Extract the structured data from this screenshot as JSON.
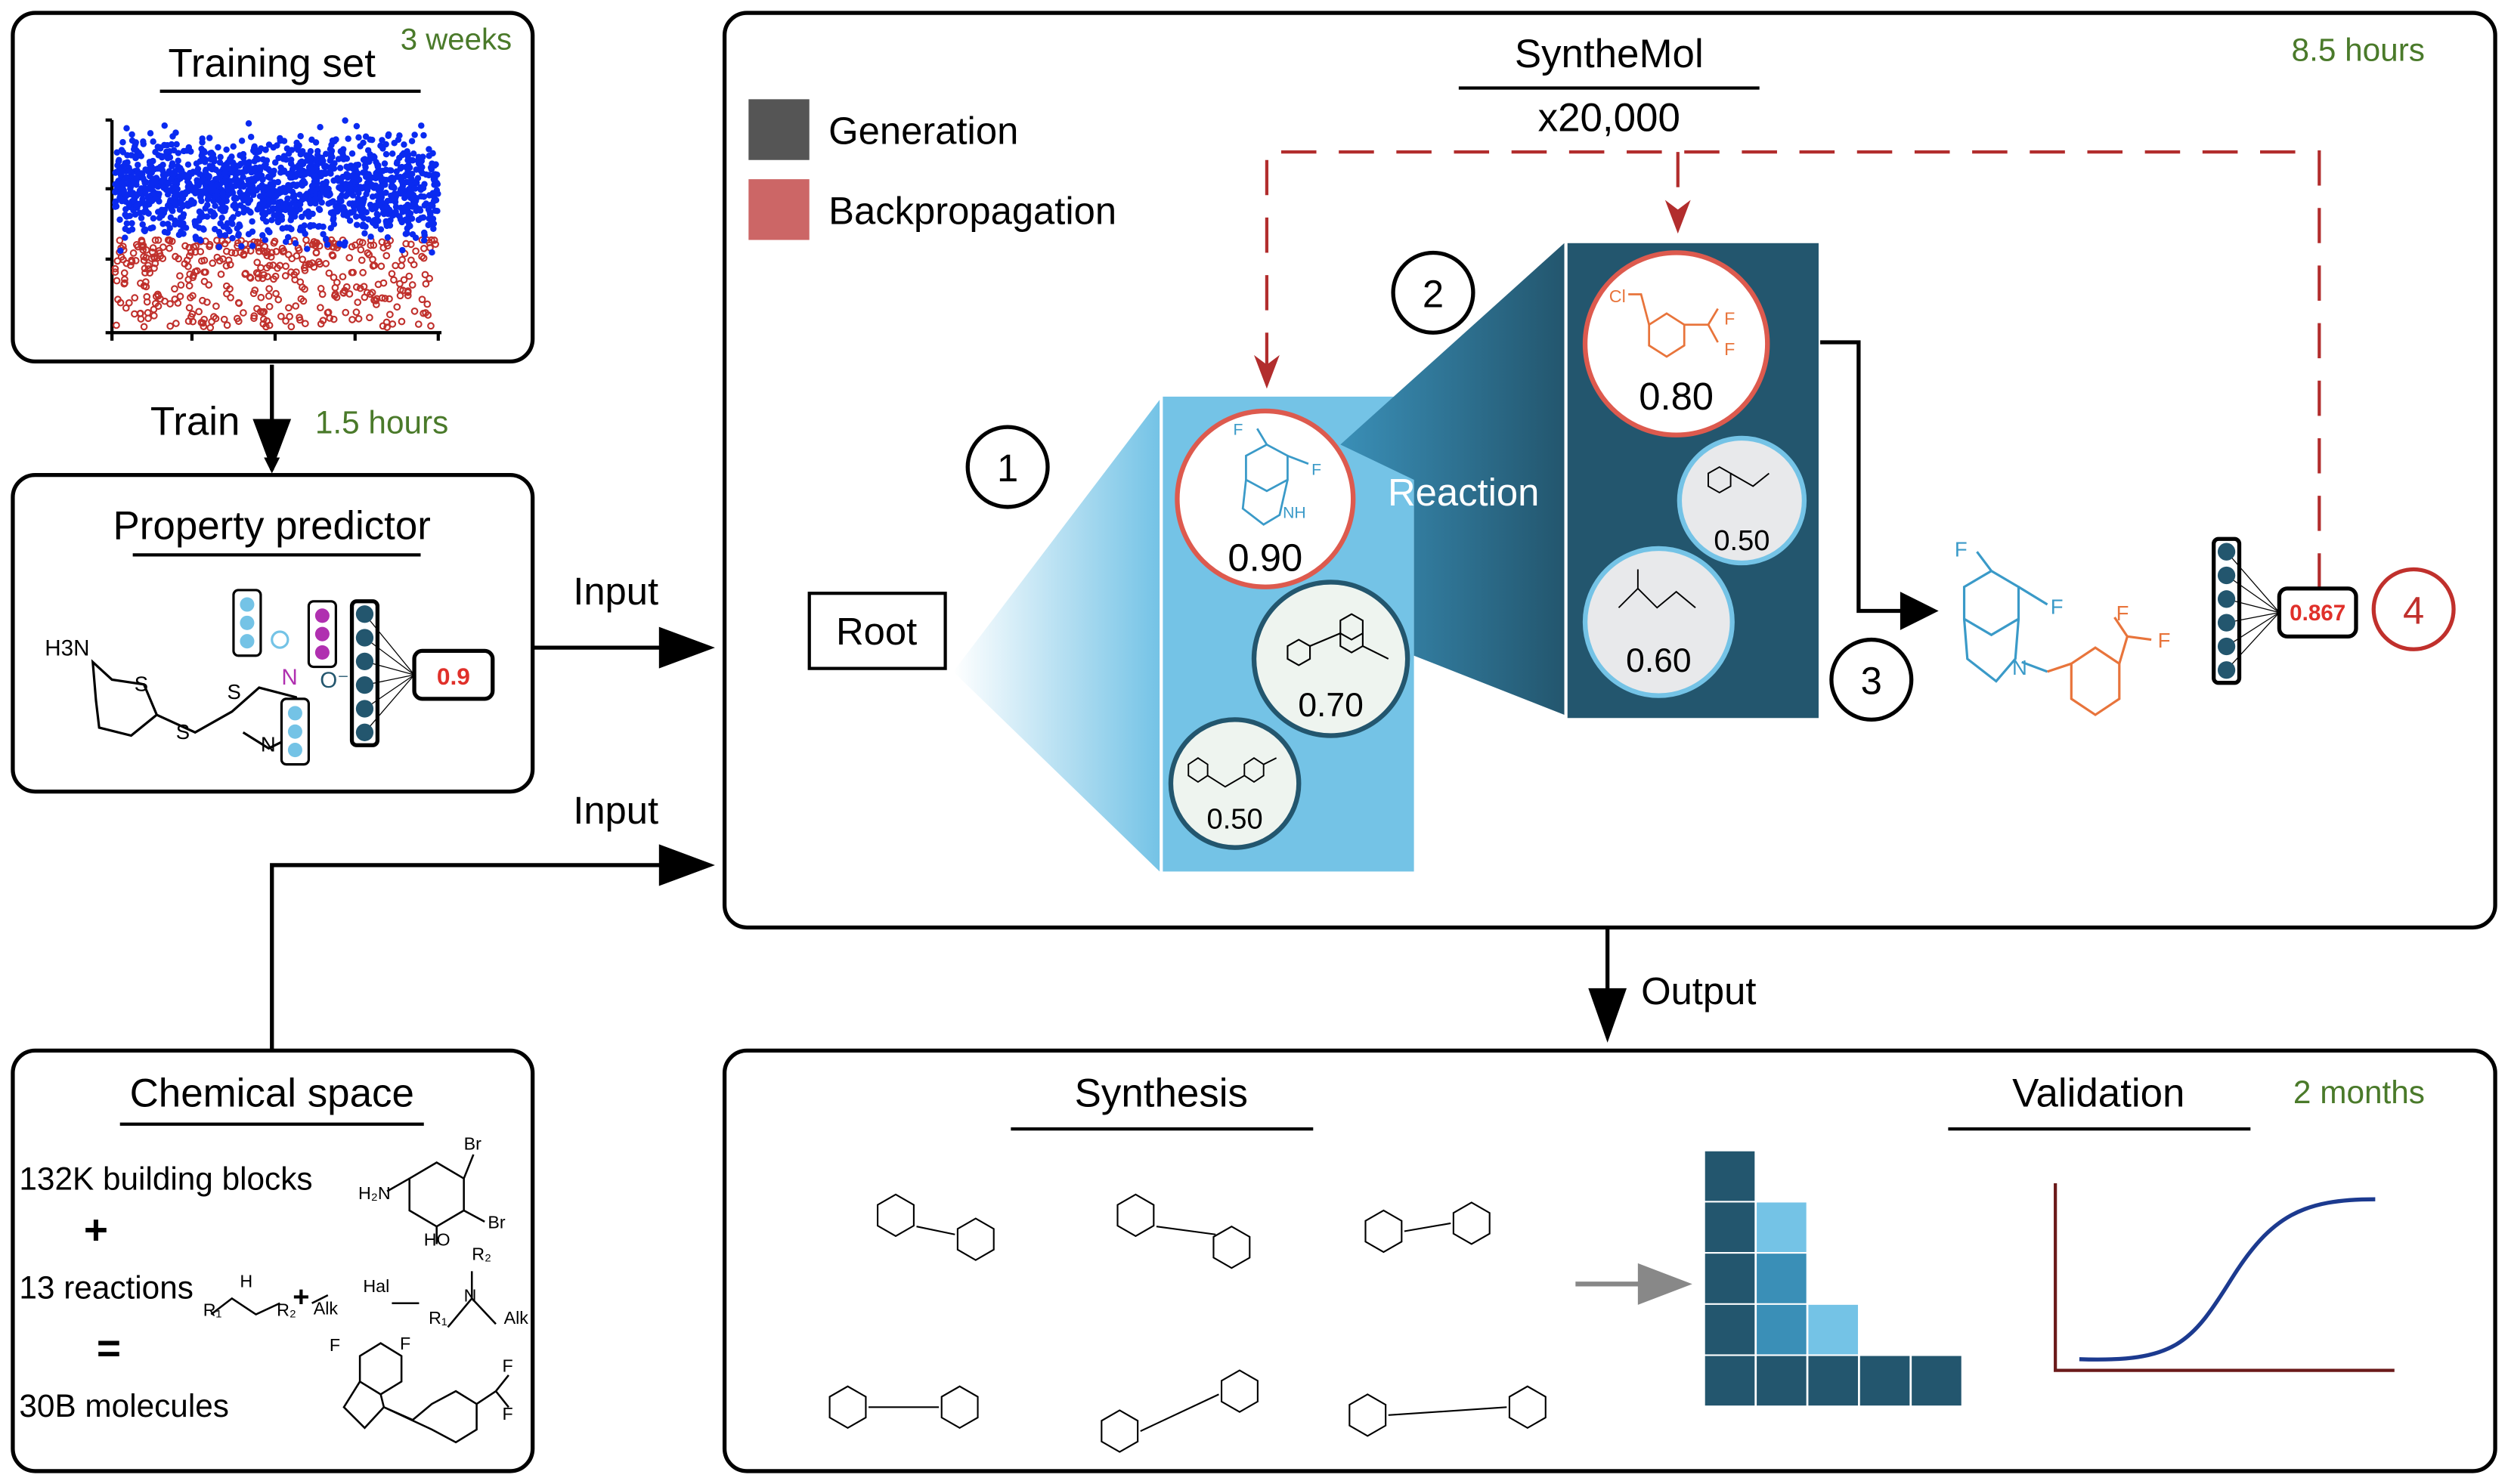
{
  "colors": {
    "green": "#4a7a2a",
    "red": "#b22d2d",
    "dark_teal": "#23566e",
    "light_blue": "#74c3e6",
    "mid_blue": "#3a8fb7",
    "generation": "#555555",
    "backprop": "#cc6666",
    "orange": "#e8743b",
    "mol_blue": "#3a9ac8",
    "scatter_blue": "#0a2af0",
    "scatter_red": "#c0302c",
    "navy": "#1c3a8f"
  },
  "training": {
    "title": "Training set",
    "time": "3 weeks"
  },
  "train_arrow": {
    "label": "Train",
    "time": "1.5 hours"
  },
  "predictor": {
    "title": "Property predictor",
    "mol_h3n": "H3N",
    "score": "0.9"
  },
  "inputs": {
    "label1": "Input",
    "label2": "Input"
  },
  "chemspace": {
    "title": "Chemical space",
    "line1": "132K building blocks",
    "plus": "+",
    "line2": "13 reactions",
    "equals": "=",
    "line3": "30B molecules"
  },
  "synthemol": {
    "title": "SyntheMol",
    "iterations": "x20,000",
    "time": "8.5 hours",
    "legend": [
      {
        "label": "Generation",
        "color": "#555555"
      },
      {
        "label": "Backpropagation",
        "color": "#cc6666"
      }
    ],
    "root": "Root",
    "reaction": "Reaction",
    "steps": [
      "1",
      "2",
      "3",
      "4"
    ],
    "level1_scores": [
      "0.90",
      "0.70",
      "0.50"
    ],
    "level2_scores": [
      "0.80",
      "0.50",
      "0.60"
    ],
    "final_score": "0.867"
  },
  "output": {
    "label": "Output"
  },
  "synthesis": {
    "title": "Synthesis"
  },
  "validation": {
    "title": "Validation",
    "time": "2 months"
  }
}
